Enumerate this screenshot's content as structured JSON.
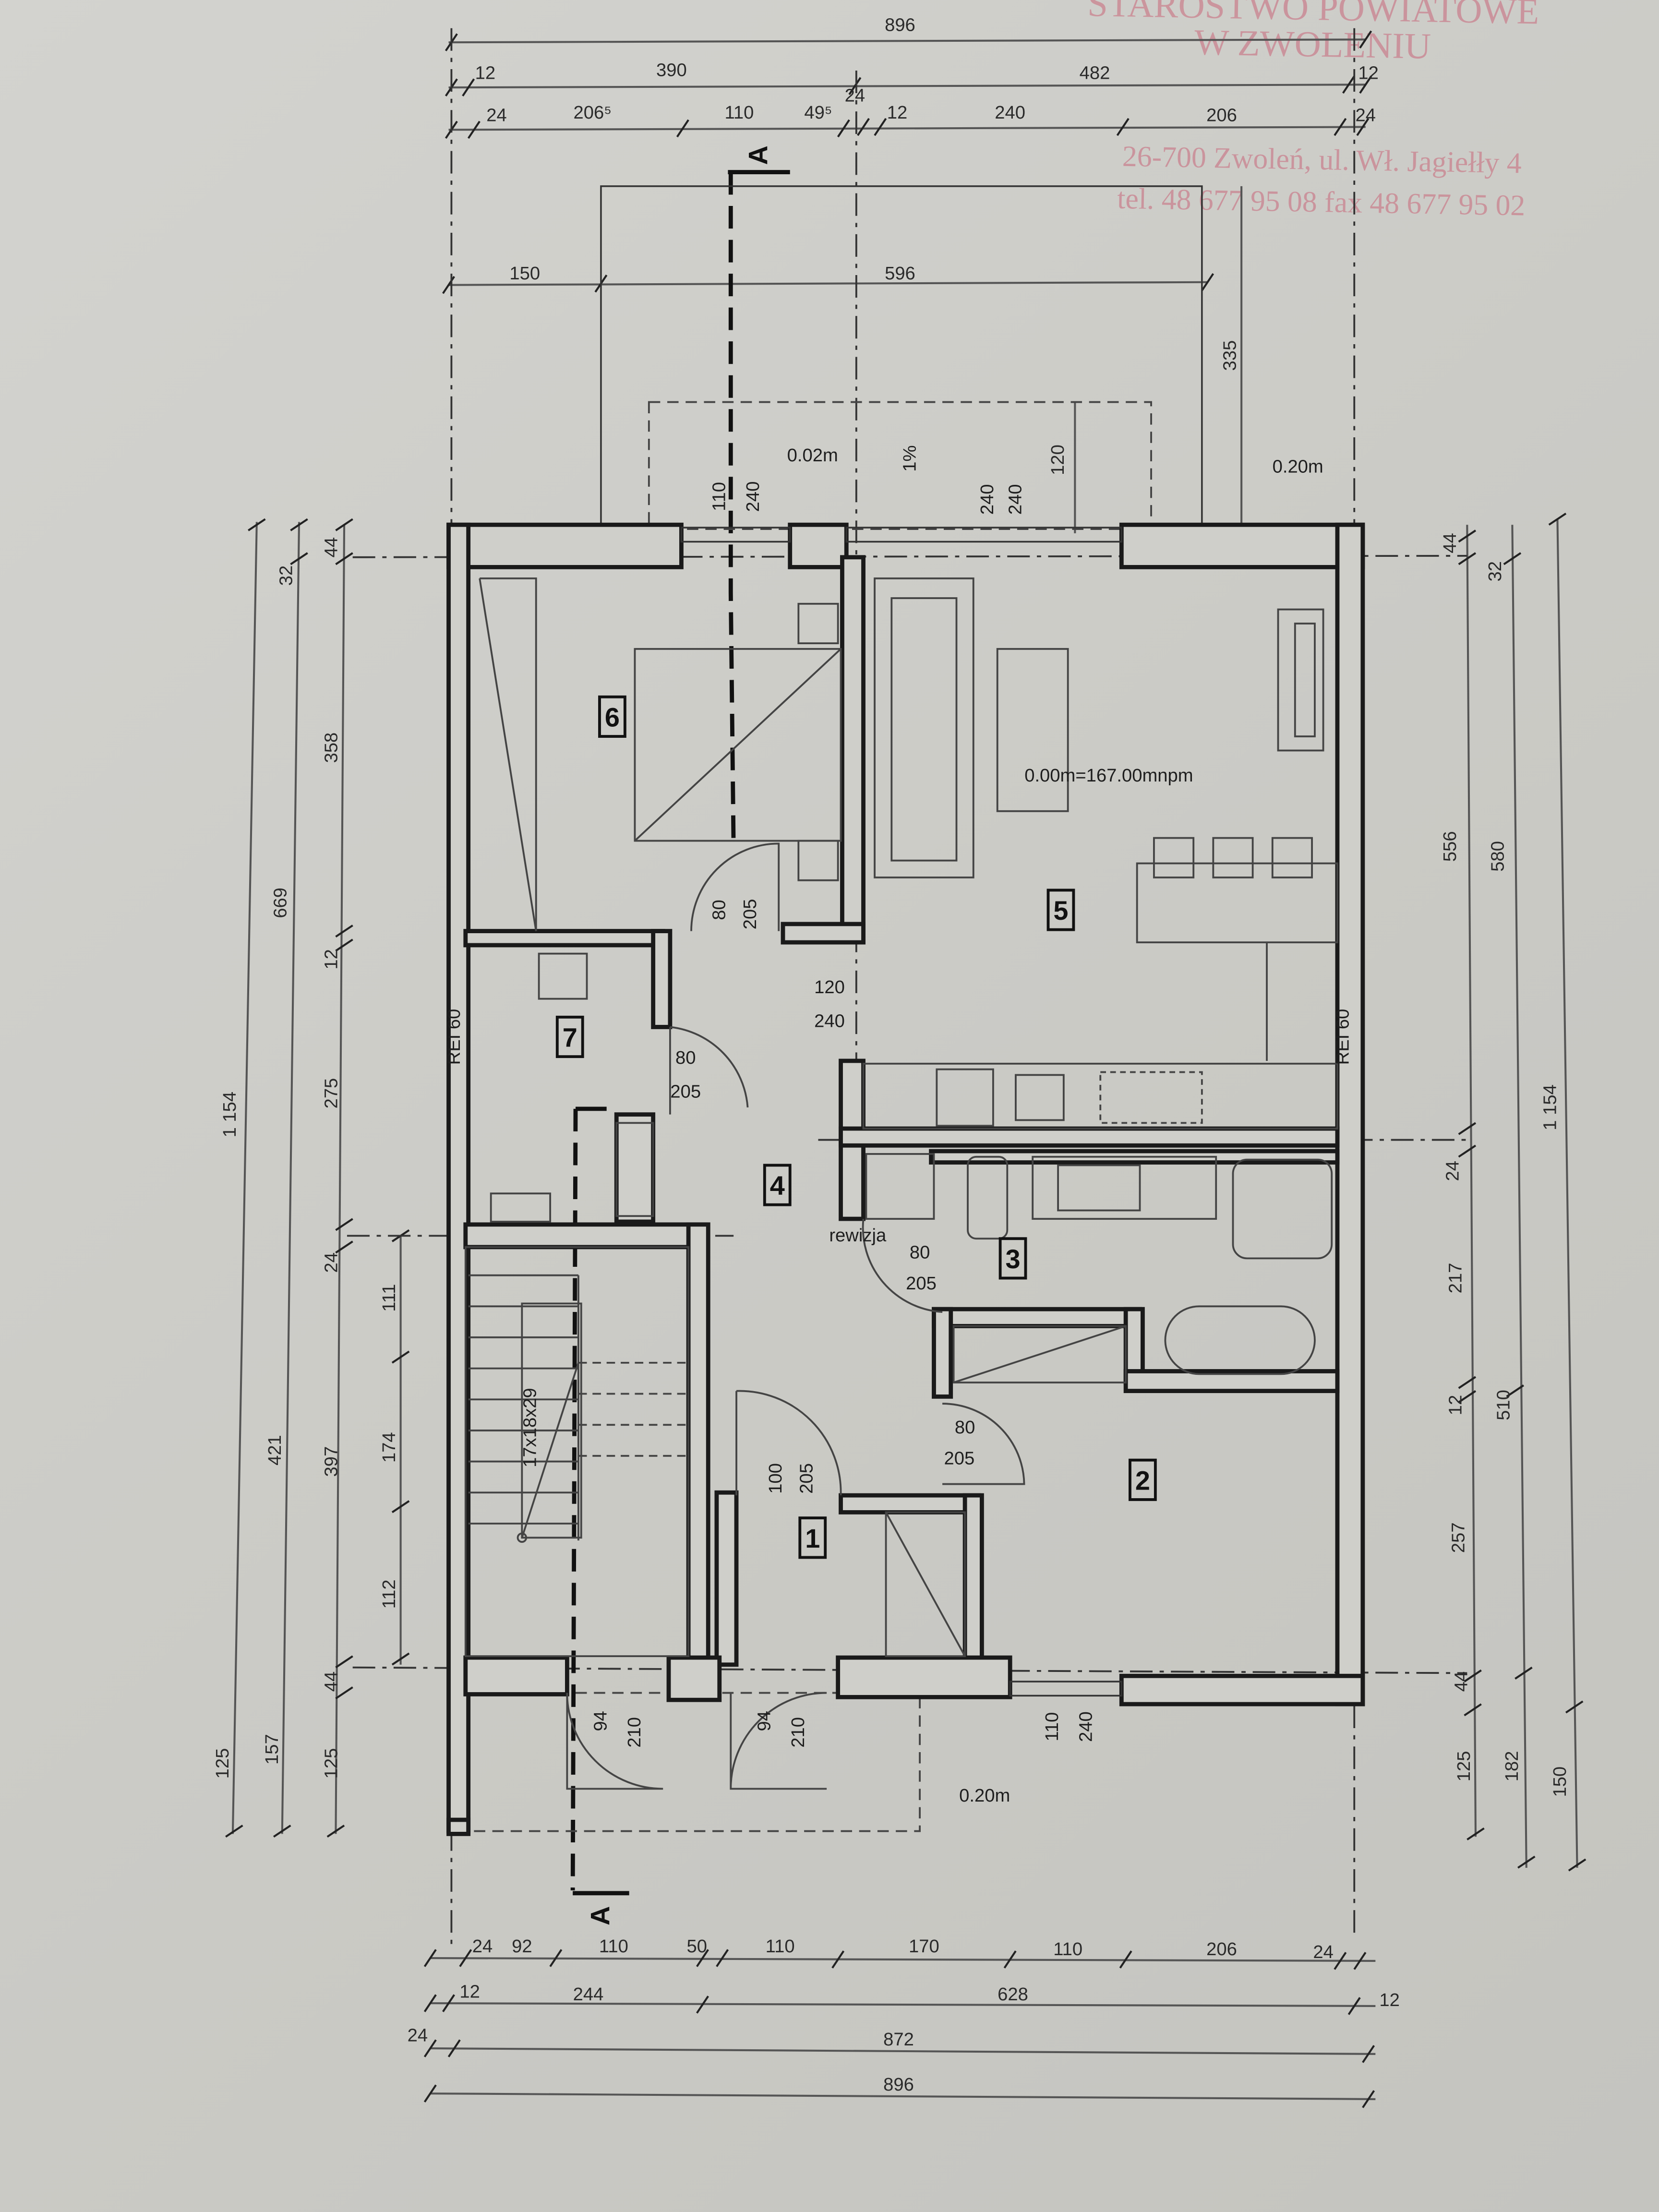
{
  "stamp": {
    "line1": "STAROSTWO POWIATOWE",
    "line2": "W ZWOLENIU",
    "line3": "26-700 Zwoleń, ul. Wł. Jagiełły 4",
    "line4": "tel. 48 677 95 08 fax 48 677 95 02",
    "color": "#c9677a"
  },
  "section_marker": "A",
  "rooms": [
    "1",
    "2",
    "3",
    "4",
    "5",
    "6",
    "7"
  ],
  "dimensions_top": [
    "896",
    "12",
    "390",
    "24",
    "482",
    "12",
    "24",
    "206⁵",
    "110",
    "49⁵",
    "12",
    "240",
    "206",
    "24",
    "150",
    "596",
    "335",
    "120"
  ],
  "dimensions_left": [
    "1 154",
    "669",
    "421",
    "157",
    "125",
    "44",
    "32",
    "358",
    "12",
    "275",
    "24",
    "397",
    "44",
    "125",
    "111",
    "174",
    "112"
  ],
  "dimensions_right": [
    "44",
    "32",
    "556",
    "580",
    "1 154",
    "24",
    "217",
    "12",
    "510",
    "257",
    "44",
    "125",
    "182",
    "150"
  ],
  "dimensions_bottom": [
    "24",
    "92",
    "110",
    "50",
    "110",
    "170",
    "110",
    "206",
    "24",
    "12",
    "244",
    "628",
    "12",
    "24",
    "872",
    "896"
  ],
  "openings": [
    "110",
    "240",
    "240",
    "240",
    "80",
    "205",
    "120",
    "240",
    "80",
    "205",
    "80",
    "205",
    "80",
    "205",
    "100",
    "205",
    "94",
    "210",
    "94",
    "210",
    "110",
    "240"
  ],
  "annotations": {
    "level_terrace": "0.02m",
    "slope": "1%",
    "level_right": "0.20m",
    "level_zero": "0.00m=167.00mnpm",
    "level_entry": "0.20m",
    "revision": "rewizja",
    "fire_rating_left": "REI 60",
    "fire_rating_right": "REI 60",
    "stairs": "17x18x29"
  }
}
